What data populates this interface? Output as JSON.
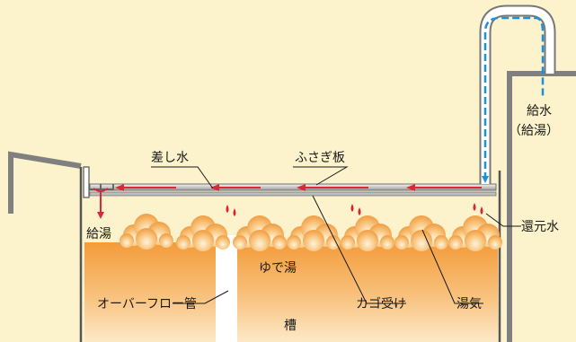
{
  "labels": {
    "sashimizu": "差し水",
    "fusagi_ita": "ふさぎ板",
    "kyusui": "給水",
    "kyusui_sub": "（給湯）",
    "kanganmizu": "還元水",
    "kyuto": "給湯",
    "yudeyu": "ゆで湯",
    "overflow": "オーバーフロー管",
    "kago": "カゴ受け",
    "yuge": "湯気",
    "so": "槽"
  },
  "colors": {
    "background": "#fcf3cc",
    "wall": "#7f7f7f",
    "water_top": "#f6a03c",
    "water_bottom": "#fde7c0",
    "steam": "#f7b052",
    "flow_arrow": "#d9283a",
    "pipe_inner": "#1e90d6",
    "drop": "#e0202c"
  }
}
